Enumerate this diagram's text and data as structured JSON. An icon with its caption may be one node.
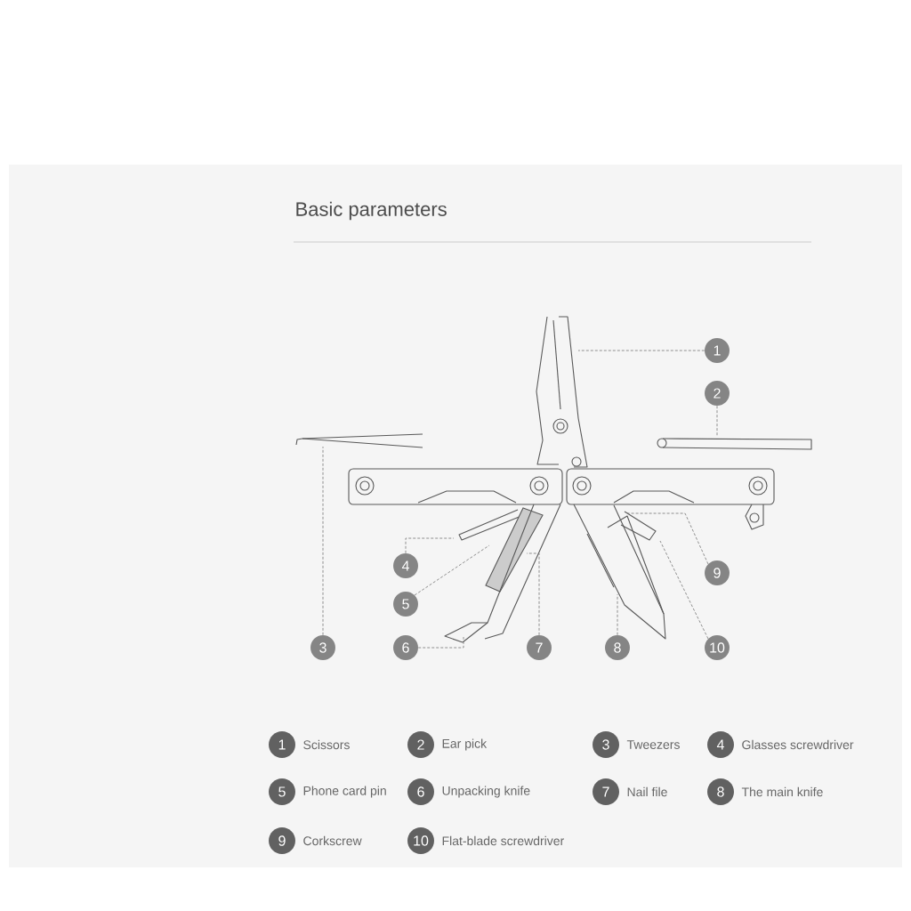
{
  "diagram": {
    "title": "Basic parameters",
    "nodes": [
      {
        "text": [
          "1"
        ]
      },
      {
        "text": [
          "2"
        ]
      },
      {
        "text": [
          "3"
        ]
      },
      {
        "text": [
          "4"
        ]
      },
      {
        "text": [
          "5"
        ]
      },
      {
        "text": [
          "6"
        ]
      },
      {
        "text": [
          "7"
        ]
      },
      {
        "text": [
          "8"
        ]
      },
      {
        "text": [
          "9"
        ]
      },
      {
        "text": [
          "10"
        ]
      },
      {
        "text": [
          "1"
        ],
        "beside": [
          "Scissors"
        ]
      },
      {
        "text": [
          "2"
        ],
        "beside": [
          "Ear pick"
        ]
      },
      {
        "text": [
          "3"
        ],
        "beside": [
          "Tweezers"
        ]
      },
      {
        "text": [
          "4"
        ],
        "beside": [
          "Glasses screwdriver"
        ]
      },
      {
        "text": [
          "5"
        ],
        "beside": [
          "Phone card pin"
        ]
      },
      {
        "text": [
          "6"
        ],
        "beside": [
          "Unpacking knife"
        ]
      },
      {
        "text": [
          "7"
        ],
        "beside": [
          "Nail file"
        ]
      },
      {
        "text": [
          "8"
        ],
        "beside": [
          "The main knife"
        ]
      },
      {
        "text": [
          "9"
        ],
        "beside": [
          "Corkscrew"
        ]
      },
      {
        "text": [
          "10"
        ],
        "beside": [
          "Flat-blade screwdriver"
        ]
      }
    ],
    "edges": [
      {
        "from": 0,
        "to": null,
        "arrow": "none"
      },
      {
        "from": 1,
        "to": null,
        "arrow": "none"
      },
      {
        "from": 2,
        "to": null,
        "arrow": "none"
      },
      {
        "from": 3,
        "to": null,
        "arrow": "none"
      },
      {
        "from": 4,
        "to": null,
        "arrow": "none"
      },
      {
        "from": 5,
        "to": null,
        "arrow": "none"
      },
      {
        "from": 6,
        "to": null,
        "arrow": "none"
      },
      {
        "from": 7,
        "to": null,
        "arrow": "none"
      },
      {
        "from": 8,
        "to": null,
        "arrow": "none"
      },
      {
        "from": 9,
        "to": null,
        "arrow": "none"
      }
    ]
  }
}
